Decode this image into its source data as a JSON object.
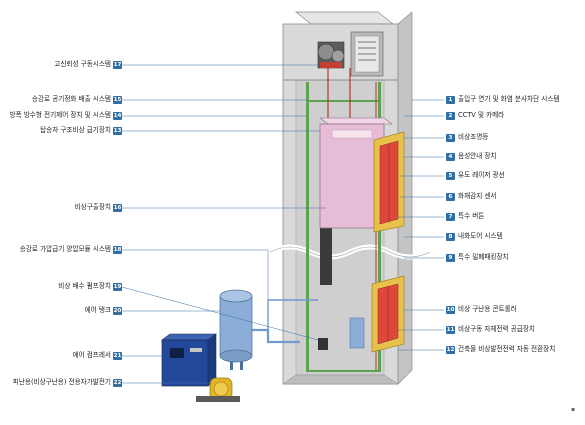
{
  "left_callouts": [
    {
      "id": "L1",
      "text": "고신뢰성 구동시스템",
      "badge": "17"
    },
    {
      "id": "L2",
      "text": "승강로 공기정화 배출 시스템",
      "badge": "15"
    },
    {
      "id": "L3",
      "text": "방폭 방수형 전기제어 장치 및 시스템",
      "badge": "14"
    },
    {
      "id": "L4",
      "text": "탑승자 구조비상 급기장치",
      "badge": "13"
    },
    {
      "id": "L5",
      "text": "비상구출장치",
      "badge": "16"
    },
    {
      "id": "L6",
      "text": "승강로 가압급기 양압모듈 시스템",
      "badge": "18"
    },
    {
      "id": "L7",
      "text": "비상 배수 펌프장치",
      "badge": "19"
    },
    {
      "id": "L8",
      "text": "에어 탱크",
      "badge": "20"
    },
    {
      "id": "L9",
      "text": "에어 컴프레서",
      "badge": "21"
    },
    {
      "id": "L10",
      "text": "피난용(비상구난용) 전용자가발전기",
      "badge": "22"
    }
  ],
  "right_callouts": [
    {
      "id": "R1",
      "text": "출입구 연기 및 화염 분사차단 시스템",
      "badge": "1"
    },
    {
      "id": "R2",
      "text": "CCTV 및 카메라",
      "badge": "2"
    },
    {
      "id": "R3",
      "text": "비상조명등",
      "badge": "3"
    },
    {
      "id": "R4",
      "text": "음성안내 장치",
      "badge": "4"
    },
    {
      "id": "R5",
      "text": "유도 레이저 광선",
      "badge": "5"
    },
    {
      "id": "R6",
      "text": "화재감지 센서",
      "badge": "6"
    },
    {
      "id": "R7",
      "text": "특수 버튼",
      "badge": "7"
    },
    {
      "id": "R8",
      "text": "내화도어 시스템",
      "badge": "8"
    },
    {
      "id": "R9",
      "text": "특수 밀폐패킹장치",
      "badge": "9"
    },
    {
      "id": "R10",
      "text": "비상 구난용 콘트롤러",
      "badge": "10"
    },
    {
      "id": "R11",
      "text": "비상구동 자체전력 공급장치",
      "badge": "11"
    },
    {
      "id": "R12",
      "text": "건축물 비상발전전력 자동 전환장치",
      "badge": "12"
    }
  ],
  "colors": {
    "shaft_face": "#d9d9d9",
    "shaft_side": "#c4c4c4",
    "car": "#e6bcd6",
    "car_top": "#f1d4e6",
    "door_frame": "#e7c24a",
    "door_panel": "#e0473c",
    "rail_green": "#5da24d",
    "tank": "#8aaed8",
    "compressor": "#23489a",
    "generator": "#e2b42b",
    "badge": "#2f6fa6",
    "leader": "#3a6ea5"
  }
}
